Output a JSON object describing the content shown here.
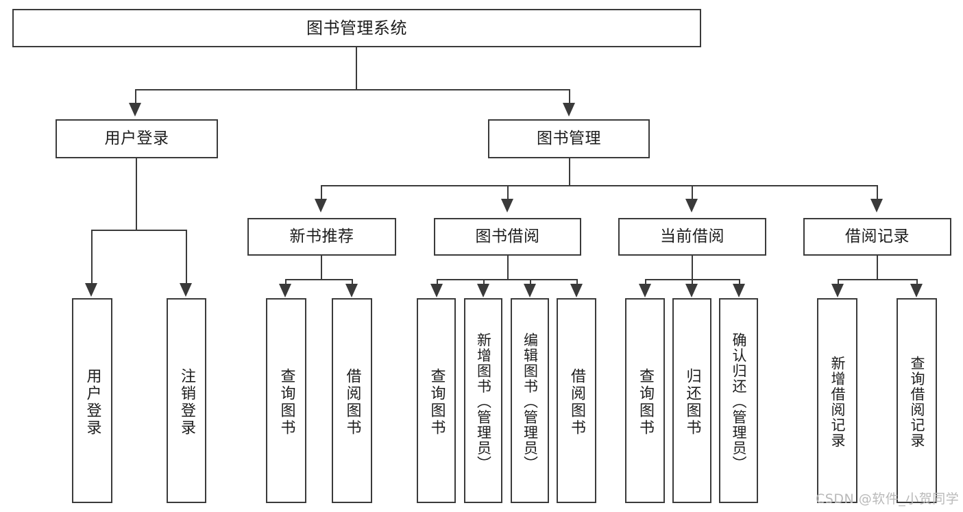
{
  "diagram": {
    "title": "图书管理系统",
    "type": "tree",
    "colors": {
      "stroke": "#3a3a3a",
      "fill": "#ffffff",
      "text": "#1d1d1d",
      "watermark": "#b9b9b9"
    },
    "root": {
      "label": "图书管理系统"
    },
    "level2": [
      {
        "label": "用户登录"
      },
      {
        "label": "图书管理"
      }
    ],
    "level3": [
      {
        "label": "新书推荐"
      },
      {
        "label": "图书借阅"
      },
      {
        "label": "当前借阅"
      },
      {
        "label": "借阅记录"
      }
    ],
    "leaves": {
      "user_login": [
        {
          "label": "用户登录"
        },
        {
          "label": "注销登录"
        }
      ],
      "new_book": [
        {
          "label": "查询图书"
        },
        {
          "label": "借阅图书"
        }
      ],
      "borrow": [
        {
          "label": "查询图书"
        },
        {
          "label": "新增图书（管理员）"
        },
        {
          "label": "编辑图书（管理员）"
        },
        {
          "label": "借阅图书"
        }
      ],
      "current": [
        {
          "label": "查询图书"
        },
        {
          "label": "归还图书"
        },
        {
          "label": "确认归还（管理员）"
        }
      ],
      "records": [
        {
          "label": "新增借阅记录"
        },
        {
          "label": "查询借阅记录"
        }
      ]
    }
  },
  "watermark": {
    "text": "CSDN @软件_小贺同学"
  }
}
